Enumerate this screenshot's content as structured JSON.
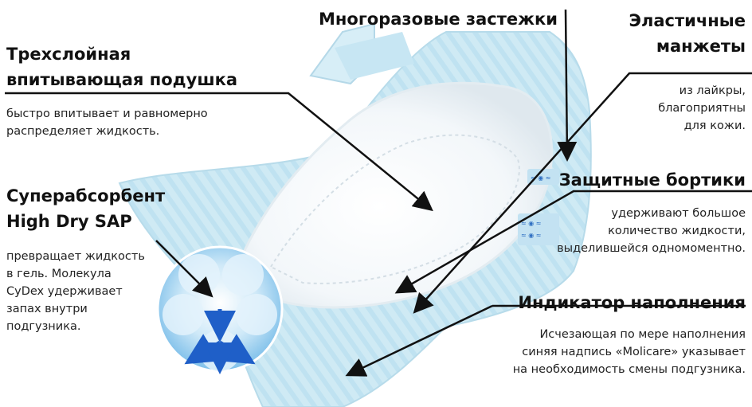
{
  "callouts": {
    "pad": {
      "title_line1": "Трехслойная",
      "title_line2": "впитывающая подушка",
      "desc_line1": "быстро впитывает и равномерно",
      "desc_line2": "распределяет жидкость."
    },
    "fasteners": {
      "title": "Многоразовые застежки"
    },
    "cuffs": {
      "title_line1": "Эластичные",
      "title_line2": "манжеты",
      "desc_line1": "из лайкры,",
      "desc_line2": "благоприятны",
      "desc_line3": "для кожи."
    },
    "sides": {
      "title": "Защитные бортики",
      "desc_line1": "удерживают большое",
      "desc_line2": "количество жидкости,",
      "desc_line3": "выделившейся одномоментно."
    },
    "sap": {
      "title_line1": "Суперабсорбент",
      "title_line2": "High Dry SAP",
      "desc_line1": "превращает жидкость",
      "desc_line2": "в гель. Молекула",
      "desc_line3": "CyDex удерживает",
      "desc_line4": "запах внутри",
      "desc_line5": "подгузника."
    },
    "indicator": {
      "title": "Индикатор наполнения",
      "desc_line1": "Исчезающая по мере наполнения",
      "desc_line2": "синяя надпись «Molicare» указывает",
      "desc_line3": "на необходимость смены подгузника."
    }
  },
  "colors": {
    "diaper_base": "#cfeaf4",
    "diaper_stripe": "#b4dcee",
    "pad_white": "#f7fbfd",
    "pad_shadow": "#dde6ec",
    "magnifier": "#a9d8f3",
    "magnifier_arrow": "#1f5fc8",
    "leader_line": "#111111"
  }
}
